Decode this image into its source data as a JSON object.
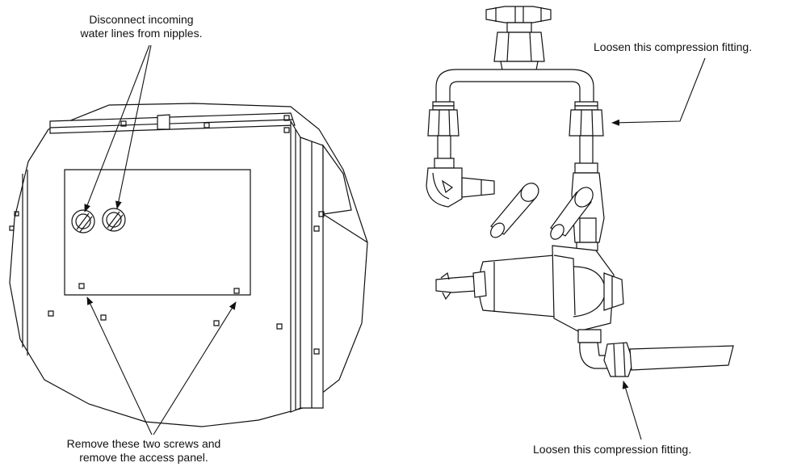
{
  "diagram": {
    "callouts": {
      "nipples": {
        "line1": "Disconnect incoming",
        "line2": "water lines from nipples."
      },
      "screws": {
        "line1": "Remove these two screws and",
        "line2": "remove the access panel."
      },
      "top_fitting": {
        "line1": "Loosen this compression fitting."
      },
      "bottom_fitting": {
        "line1": "Loosen this compression fitting."
      }
    },
    "colors": {
      "line": "#111111",
      "background": "#ffffff"
    }
  }
}
